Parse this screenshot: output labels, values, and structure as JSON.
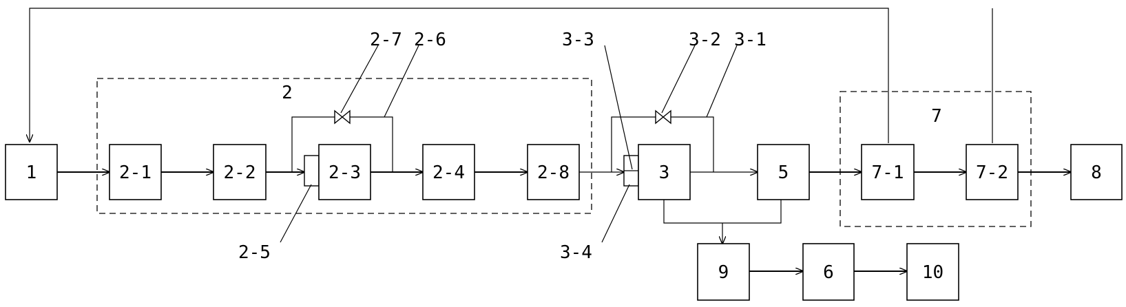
{
  "boxes": {
    "b1": "1",
    "b2_1": "2-1",
    "b2_2": "2-2",
    "b2_3": "2-3",
    "b2_4": "2-4",
    "b2_8": "2-8",
    "b3": "3",
    "b5": "5",
    "b7_1": "7-1",
    "b7_2": "7-2",
    "b8": "8",
    "b9": "9",
    "b6": "6",
    "b10": "10"
  },
  "groups": {
    "g2": "2",
    "g7": "7"
  },
  "callouts": {
    "c2_5": "2-5",
    "c2_6": "2-6",
    "c2_7": "2-7",
    "c3_1": "3-1",
    "c3_2": "3-2",
    "c3_3": "3-3",
    "c3_4": "3-4"
  }
}
